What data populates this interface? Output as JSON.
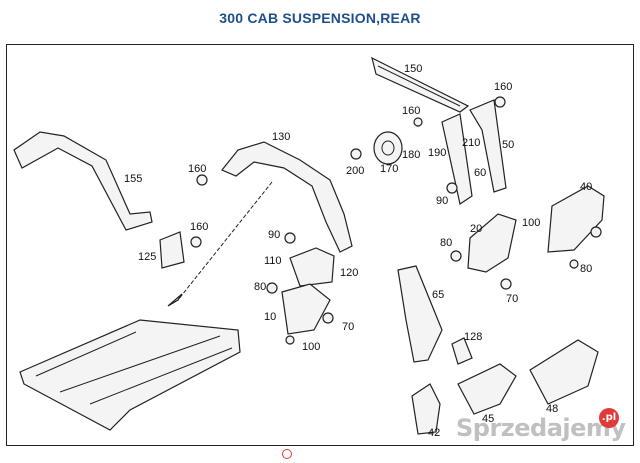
{
  "title": "300 CAB SUSPENSION,REAR",
  "watermark": "Sprzedajemy",
  "watermark_badge": ".pl",
  "callouts": [
    "150",
    "160",
    "160",
    "130",
    "50",
    "210",
    "190",
    "180",
    "200",
    "170",
    "60",
    "90",
    "155",
    "160",
    "40",
    "100",
    "20",
    "90",
    "160",
    "125",
    "110",
    "120",
    "80",
    "80",
    "70",
    "65",
    "80",
    "10",
    "70",
    "100",
    "128",
    "42",
    "45",
    "48"
  ]
}
